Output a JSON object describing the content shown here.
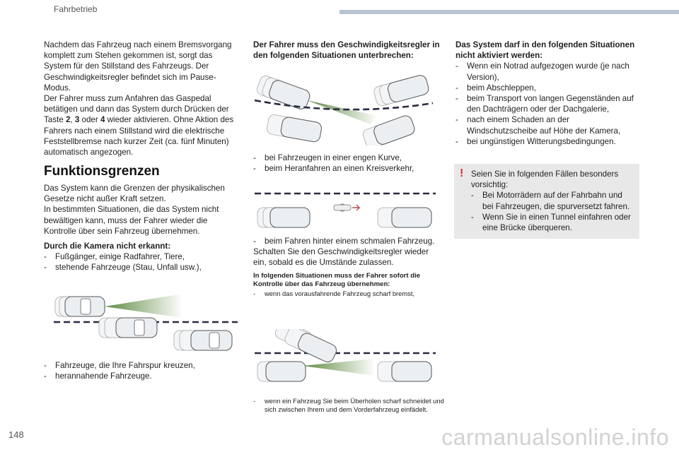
{
  "header": {
    "section": "Fahrbetrieb"
  },
  "page_number": "148",
  "watermark": "carmanualsonline.info",
  "col1": {
    "intro": "Nachdem das Fahrzeug nach einem Bremsvorgang komplett zum Stehen gekommen ist, sorgt das System für den Stillstand des Fahrzeugs. Der Geschwindigkeitsregler befindet sich im Pause-Modus.",
    "intro2_pre": "Der Fahrer muss zum Anfahren das Gaspedal betätigen und dann das System durch Drücken der Taste ",
    "key2": "2",
    "sep1": ", ",
    "key3": "3",
    "sep2": " oder ",
    "key4": "4",
    "intro2_post": " wieder aktivieren. Ohne Aktion des Fahrers nach einem Stillstand wird die elektrische Feststellbremse nach kurzer Zeit (ca. fünf Minuten) automatisch angezogen.",
    "heading": "Funktionsgrenzen",
    "limits": "Das System kann die Grenzen der physikalischen Gesetze nicht außer Kraft setzen.",
    "limits2": "In bestimmten Situationen, die das System nicht bewältigen kann, muss der Fahrer wieder die Kontrolle über sein Fahrzeug übernehmen.",
    "camera_heading": "Durch die Kamera nicht erkannt:",
    "camera_items": [
      "Fußgänger, einige Radfahrer, Tiere,",
      "stehende Fahrzeuge (Stau, Unfall usw.),"
    ],
    "cross_items": [
      "Fahrzeuge, die Ihre Fahrspur kreuzen,",
      "herannahende Fahrzeuge."
    ]
  },
  "col2": {
    "heading": "Der Fahrer muss den Geschwindigkeitsregler in den folgenden Situationen unterbrechen:",
    "curve_items": [
      "bei Fahrzeugen in einer engen Kurve,",
      "beim Heranfahren an einen Kreisverkehr,"
    ],
    "narrow_items": [
      "beim Fahren hinter einem schmalen Fahrzeug."
    ],
    "reenable": "Schalten Sie den Geschwindigkeitsregler wieder ein, sobald es die Umstände zulassen.",
    "takeover_heading": "In folgenden Situationen muss der Fahrer sofort die Kontrolle über das Fahrzeug übernehmen:",
    "takeover_items": [
      "wenn das vorausfahrende Fahrzeug scharf bremst,"
    ],
    "cutin_items": [
      "wenn ein Fahrzeug Sie beim Überholen scharf schneidet und sich zwischen Ihrem und dem Vorderfahrzeug einfädelt."
    ]
  },
  "col3": {
    "heading": "Das System darf in den folgenden Situationen nicht aktiviert werden:",
    "items": [
      "Wenn ein Notrad aufgezogen wurde (je nach Version),",
      "beim Abschleppen,",
      "beim Transport von langen Gegenständen auf den Dachträgern oder der Dachgalerie,",
      "nach einem Schaden an der Windschutzscheibe auf Höhe der Kamera,",
      "bei ungünstigen Witterungsbedingungen."
    ],
    "warning": {
      "icon": "exclamation-icon",
      "intro": "Seien Sie in folgenden Fällen besonders vorsichtig:",
      "items": [
        "Bei Motorrädern auf der Fahrbahn und bei Fahrzeugen, die spurversetzt fahren.",
        "Wenn Sie in einen Tunnel einfahren oder eine Brücke überqueren."
      ]
    }
  },
  "colors": {
    "accent_red": "#d6312f",
    "header_bar": "#b8c4d2",
    "warn_bg": "#e8e8e8",
    "radar_green": "#4c7d2c"
  }
}
